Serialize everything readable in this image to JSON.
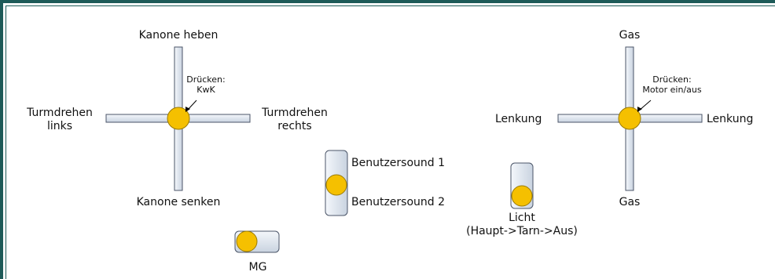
{
  "left_stick": {
    "up": "Kanone heben",
    "down": "Kanone senken",
    "left_line1": "Turmdrehen",
    "left_line2": "links",
    "right_line1": "Turmdrehen",
    "right_line2": "rechts",
    "press_line1": "Drücken:",
    "press_line2": "KwK"
  },
  "right_stick": {
    "up": "Gas",
    "down": "Gas",
    "left": "Lenkung",
    "right": "Lenkung",
    "press_line1": "Drücken:",
    "press_line2": "Motor ein/aus"
  },
  "user_sound_switch": {
    "up": "Benutzersound 1",
    "down": "Benutzersound 2"
  },
  "light_switch": {
    "line1": "Licht",
    "line2": "(Haupt->Tarn->Aus)"
  },
  "mg_switch": {
    "label": "MG"
  },
  "colors": {
    "knob": "#f5c000",
    "knob_stroke": "#9a7a00",
    "bar_fill": "#dde4ee",
    "bar_stroke": "#4b5568",
    "frame": "#1d5a58"
  }
}
